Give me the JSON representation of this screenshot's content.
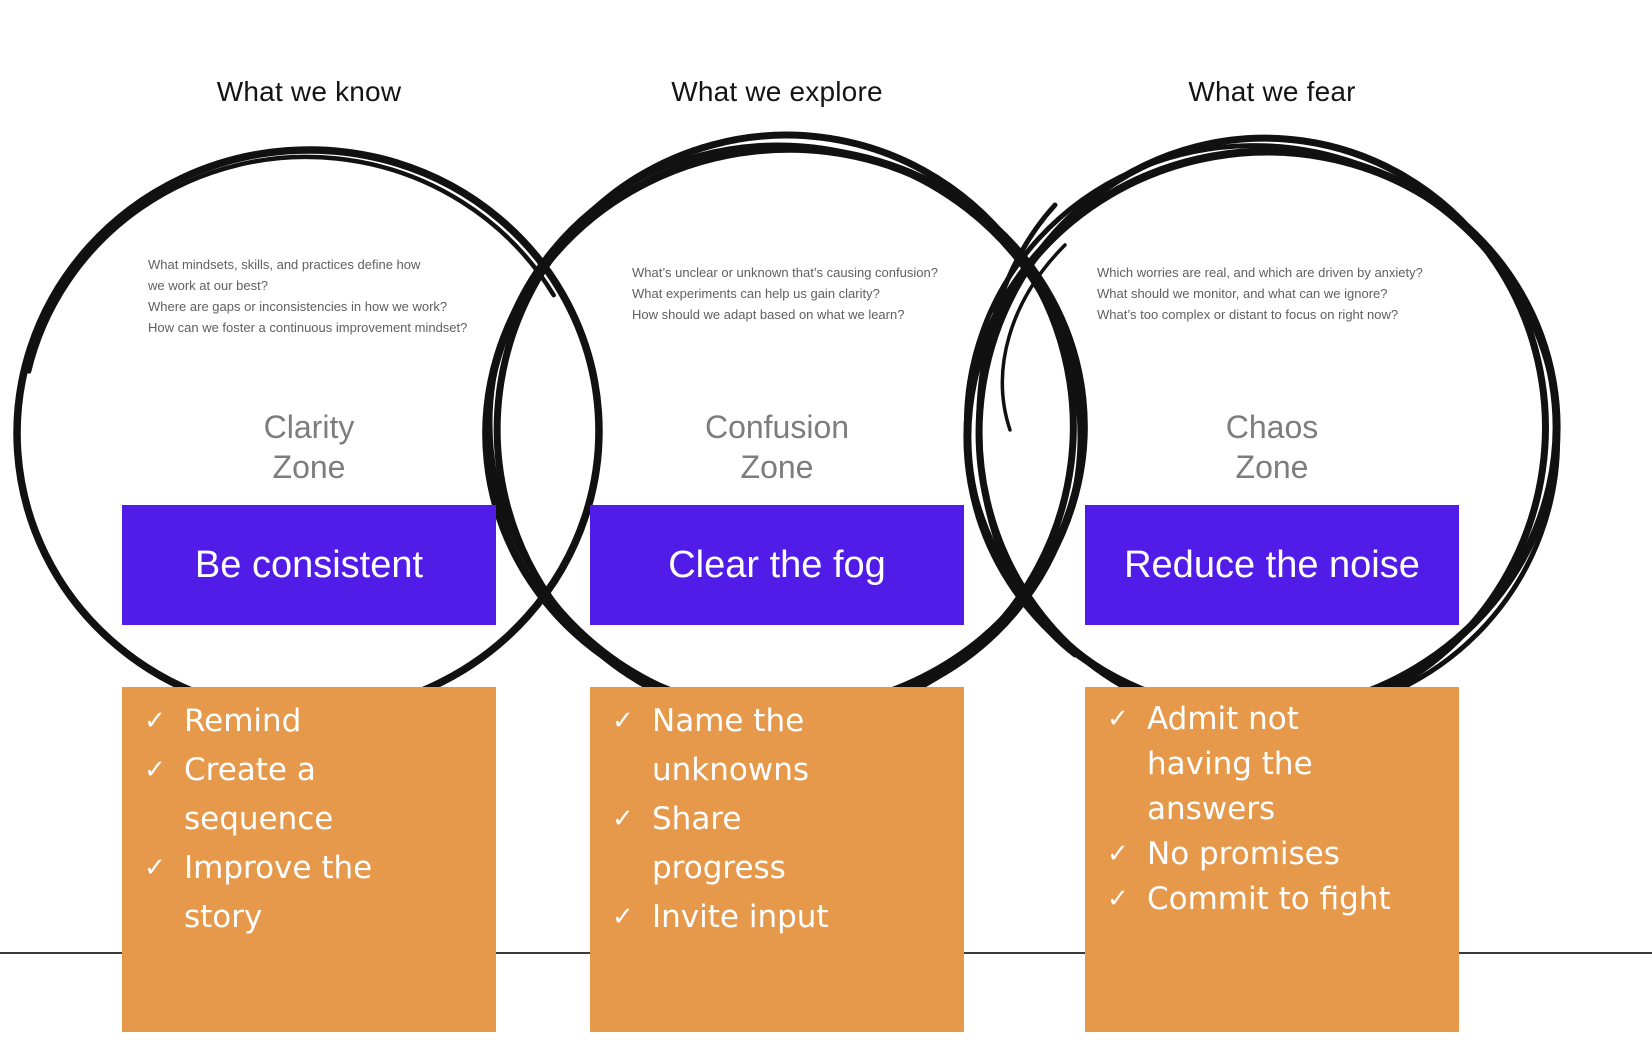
{
  "colors": {
    "banner_purple": "#511ce8",
    "sticky_orange": "#e6994a",
    "zone_gray": "#7d7d7d",
    "question_gray": "#5f5f5f",
    "circle_ink": "#111111",
    "divider_line": "#3a3a3a"
  },
  "icons": {
    "check": "✓"
  },
  "columns": [
    {
      "header": "What we know",
      "questions": "What mindsets, skills, and practices define how\nwe work at our best?\nWhere are gaps or inconsistencies in how we work?\nHow can we foster a continuous improvement mindset?",
      "zone": "Clarity\nZone",
      "banner": "Be consistent",
      "actions": [
        "Remind",
        "Create a\nsequence",
        "Improve the\nstory"
      ]
    },
    {
      "header": "What we explore",
      "questions": "What’s unclear or unknown that’s causing confusion?\nWhat experiments can help us gain clarity?\nHow should we adapt based on what we learn?",
      "zone": "Confusion\nZone",
      "banner": "Clear the fog",
      "actions": [
        "Name the\nunknowns",
        "Share\nprogress",
        "Invite input"
      ]
    },
    {
      "header": "What we fear",
      "questions": "Which worries are real, and which are driven by anxiety?\nWhat should we monitor, and what can we ignore?\nWhat’s too complex or distant to focus on right now?",
      "zone": "Chaos\nZone",
      "banner": "Reduce the noise",
      "actions": [
        "Admit not\nhaving the\nanswers",
        "No promises",
        "Commit to fight"
      ]
    }
  ]
}
